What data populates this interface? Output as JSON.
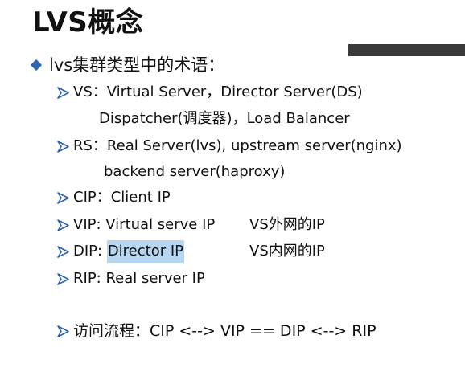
{
  "slide": {
    "title": "LVS概念",
    "subtitle": "lvs集群类型中的术语：",
    "items": [
      {
        "text": "VS：Virtual Server，Director  Server(DS)",
        "continuation": "Dispatcher(调度器)，Load Balancer"
      },
      {
        "text": "RS：Real Server(lvs), upstream server(nginx)",
        "continuation": "backend server(haproxy)"
      },
      {
        "text": "CIP：Client IP"
      },
      {
        "text": "VIP: Virtual serve IP",
        "note": "VS外网的IP"
      },
      {
        "prefix": "DIP: ",
        "highlight": "Director IP",
        "note": "VS内网的IP"
      },
      {
        "text": "RIP: Real server IP"
      }
    ],
    "flow": "访问流程：CIP <--> VIP == DIP <--> RIP"
  },
  "colors": {
    "bullet_diamond": "#2f63ad",
    "bullet_arrow": "#2f63ad",
    "highlight": "#b7d6ef",
    "bar": "#3a3a3a"
  }
}
